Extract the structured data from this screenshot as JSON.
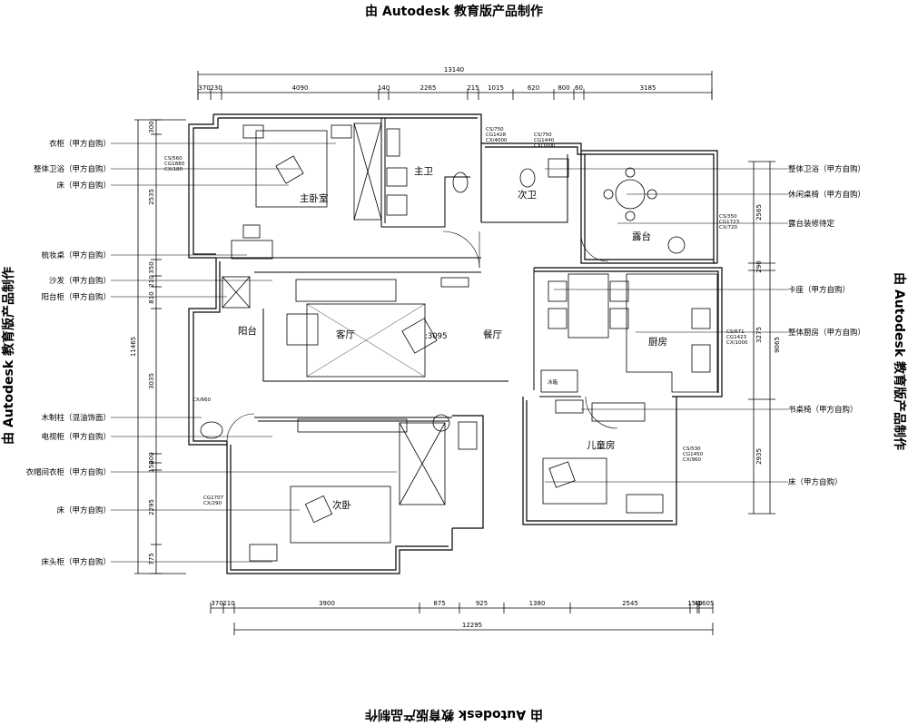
{
  "watermark": {
    "top": "由 Autodesk 教育版产品制作",
    "bottom": "由 Autodesk 教育版产品制作",
    "left": "由 Autodesk 教育版产品制作",
    "right": "由 Autodesk 教育版产品制作"
  },
  "dims_top": {
    "total": "13140",
    "segments": [
      "370",
      "230",
      "4090",
      "140",
      "2265",
      "215",
      "1015",
      "620",
      "800",
      "60",
      "3185"
    ]
  },
  "dims_bottom": {
    "total": "12295",
    "segments": [
      "370",
      "210",
      "3900",
      "875",
      "925",
      "1380",
      "2545",
      "150",
      "40",
      "1605"
    ]
  },
  "dims_left": {
    "total": "11465",
    "segments": [
      "300",
      "2535",
      "350",
      "210",
      "810",
      "3035",
      "200",
      "150",
      "2295",
      "775"
    ]
  },
  "dims_right": {
    "total": "9065",
    "segments": [
      "2565",
      "290",
      "3275",
      "2935"
    ]
  },
  "rooms": {
    "master_bedroom": "主卧室",
    "master_bath": "主卫",
    "second_bath": "次卫",
    "terrace": "露台",
    "living": "客厅",
    "dining": "餐厅",
    "balcony": "阳台",
    "kitchen": "厨房",
    "second_bedroom": "次卧",
    "kids_room": "儿童房",
    "height_mark": ":3095"
  },
  "labels_left": [
    "衣柜（甲方自购）",
    "整体卫浴（甲方自购）",
    "床（甲方自购）",
    "梳妆桌（甲方自购）",
    "沙发（甲方自购）",
    "阳台柜（甲方自购）",
    "木制柱（混油饰面）",
    "电视柜（甲方自购）",
    "衣帽间衣柜（甲方自购）",
    "床（甲方自购）",
    "床头柜（甲方自购）"
  ],
  "labels_right": [
    "整体卫浴（甲方自购）",
    "休闲桌椅（甲方自购）",
    "露台装修待定",
    "卡座（甲方自购）",
    "整体厨房（甲方自购）",
    "书桌椅（甲方自购）",
    "床（甲方自购）"
  ],
  "window_codes": {
    "master_bed": [
      "CS/560",
      "CG1880",
      "CX/180"
    ],
    "master_bath": [
      "CS/750",
      "CG1428",
      "CX/4000"
    ],
    "second_bath": [
      "CS/750",
      "CG1440",
      "CX/1000"
    ],
    "terrace": [
      "CS/350",
      "CG1723",
      "CX/720"
    ],
    "kitchen": [
      "CS/671",
      "CG1423",
      "CX/1000"
    ],
    "kids": [
      "CS/530",
      "CG1450",
      "CX/960"
    ],
    "second_bed": [
      "CG1707",
      "CX/290"
    ],
    "balcony": [
      "CX/660"
    ]
  },
  "fridge": "冰箱"
}
